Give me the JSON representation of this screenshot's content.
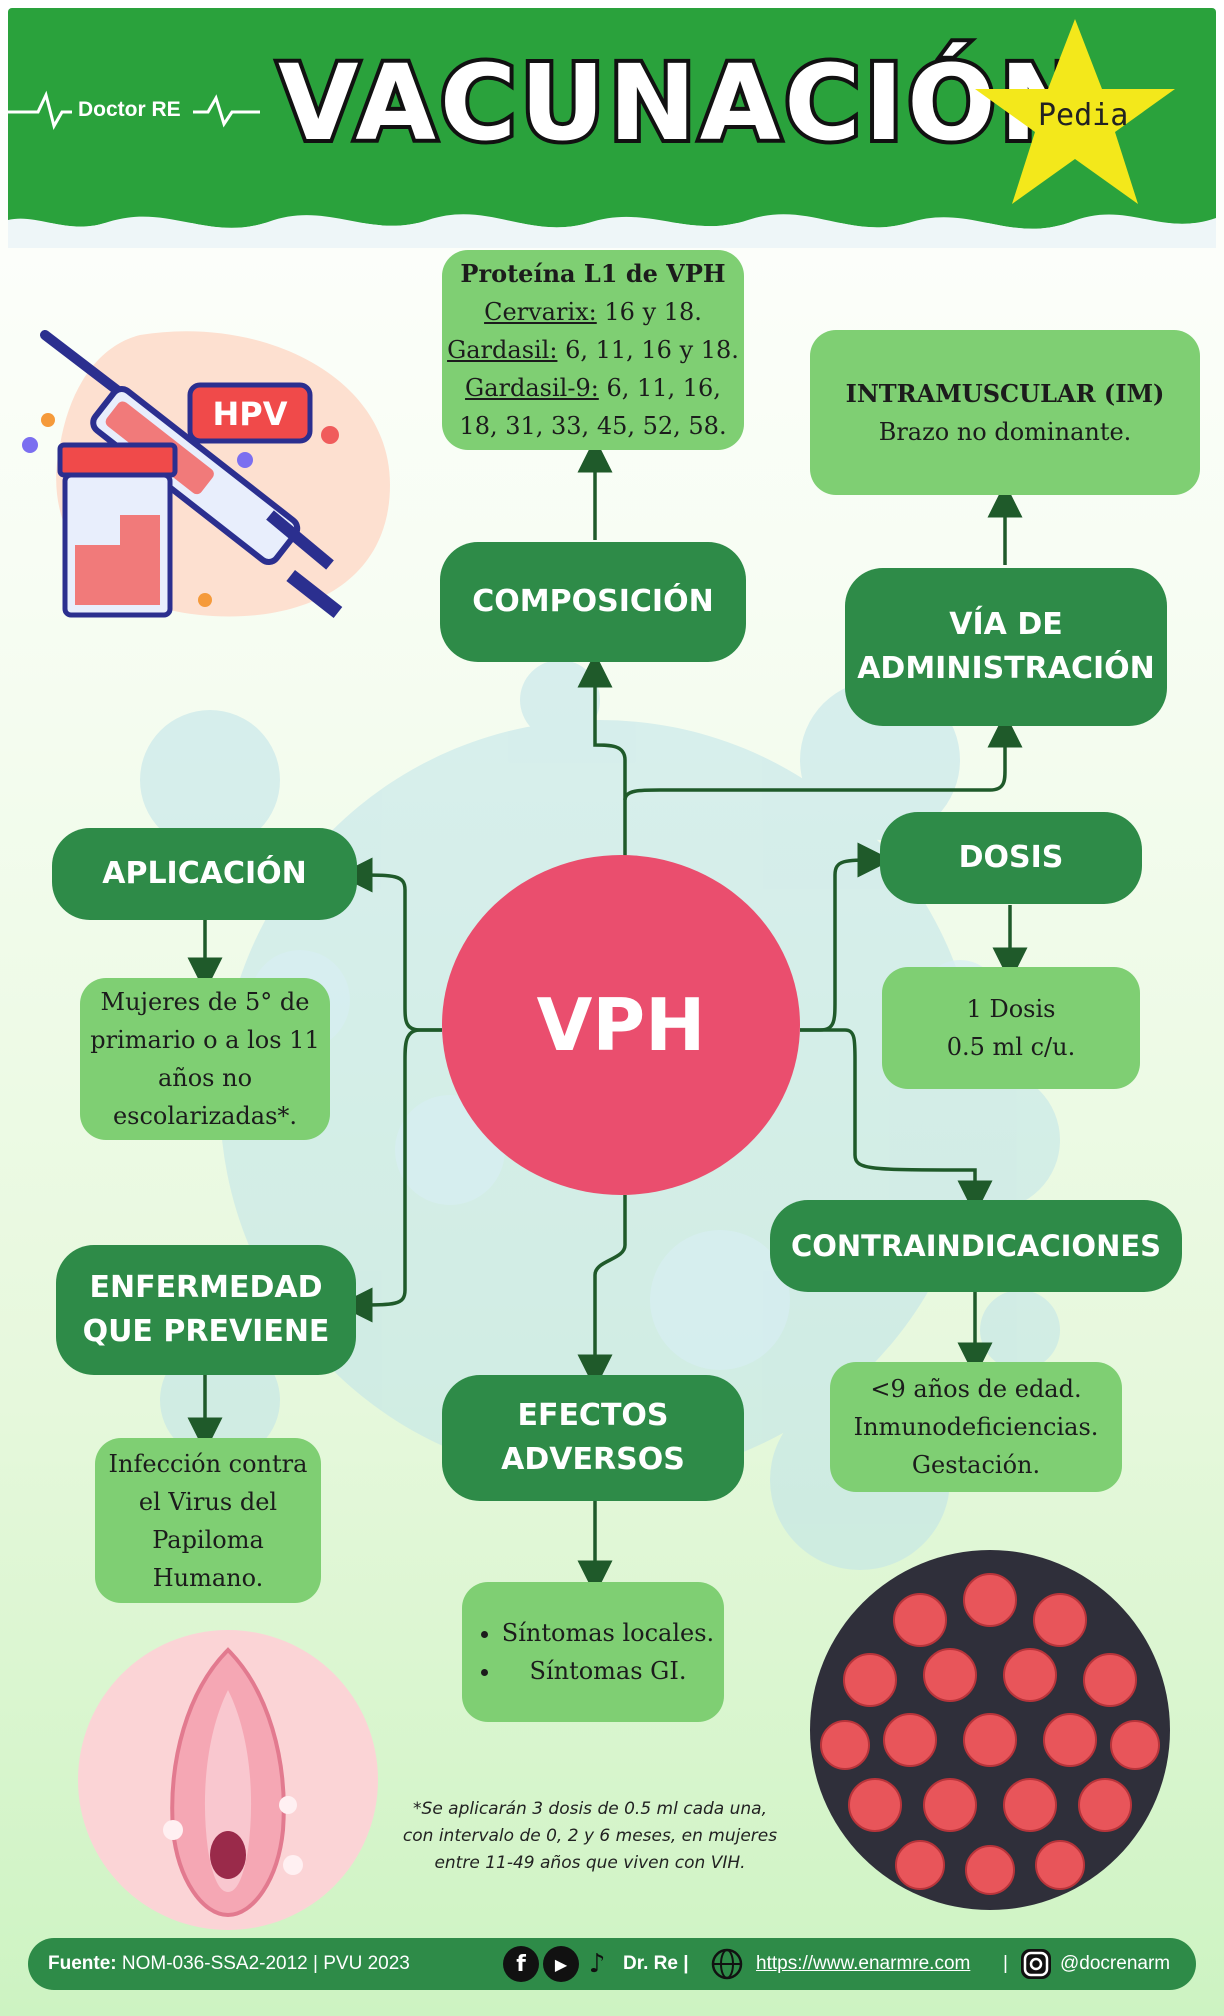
{
  "header": {
    "logo_text": "Doctor RE",
    "title": "VACUNACIÓN",
    "badge": "Pedia"
  },
  "illustrations": {
    "hpv_label": "HPV"
  },
  "center": {
    "label": "VPH"
  },
  "composicion": {
    "title": "COMPOSICIÓN",
    "heading": "Proteína L1 de VPH",
    "cervarix_label": "Cervarix:",
    "cervarix_value": " 16 y 18.",
    "gardasil_label": "Gardasil:",
    "gardasil_value": " 6, 11, 16 y 18.",
    "gardasil9_label": "Gardasil-9:",
    "gardasil9_value": " 6, 11, 16,",
    "gardasil9_value2": "18, 31, 33, 45, 52, 58."
  },
  "via": {
    "title_line1": "VÍA DE",
    "title_line2": "ADMINISTRACIÓN",
    "detail_line1": "INTRAMUSCULAR (IM)",
    "detail_line2": "Brazo no dominante."
  },
  "dosis": {
    "title": "DOSIS",
    "detail_line1": "1 Dosis",
    "detail_line2": "0.5 ml c/u."
  },
  "aplicacion": {
    "title": "APLICACIÓN",
    "detail_line1": "Mujeres de 5° de",
    "detail_line2": "primario o a los 11",
    "detail_line3": "años no",
    "detail_line4": "escolarizadas*."
  },
  "contraindicaciones": {
    "title": "CONTRAINDICACIONES",
    "detail_line1": "<9 años de edad.",
    "detail_line2": "Inmunodeficiencias.",
    "detail_line3": "Gestación."
  },
  "enfermedad": {
    "title_line1": "ENFERMEDAD",
    "title_line2": "QUE PREVIENE",
    "detail_line1": "Infección contra",
    "detail_line2": "el Virus del",
    "detail_line3": "Papiloma",
    "detail_line4": "Humano."
  },
  "efectos": {
    "title_line1": "EFECTOS",
    "title_line2": "ADVERSOS",
    "item1": "Síntomas locales.",
    "item2": "Síntomas GI."
  },
  "note": {
    "line1": "*Se aplicarán 3 dosis de 0.5 ml cada una,",
    "line2": "con intervalo de 0, 2 y 6 meses, en mujeres",
    "line3": "entre 11-49 años que viven con VIH."
  },
  "footer": {
    "source_label": "Fuente:",
    "source_value": " NOM-036-SSA2-2012 | PVU 2023",
    "brand": "Dr. Re |",
    "url": "https://www.enarmre.com",
    "sep": "|",
    "handle": "@docrenarm",
    "icon_facebook": "f",
    "icon_youtube": "▶",
    "icon_tiktok": "♪",
    "icon_globe": "globe-icon",
    "icon_instagram": "instagram-icon"
  },
  "colors": {
    "header_green": "#2aa23c",
    "node_dark_green": "#2e8b48",
    "node_light_green": "#7fcf73",
    "center_pink": "#ea4e6e",
    "connector": "#1f5a2a"
  }
}
